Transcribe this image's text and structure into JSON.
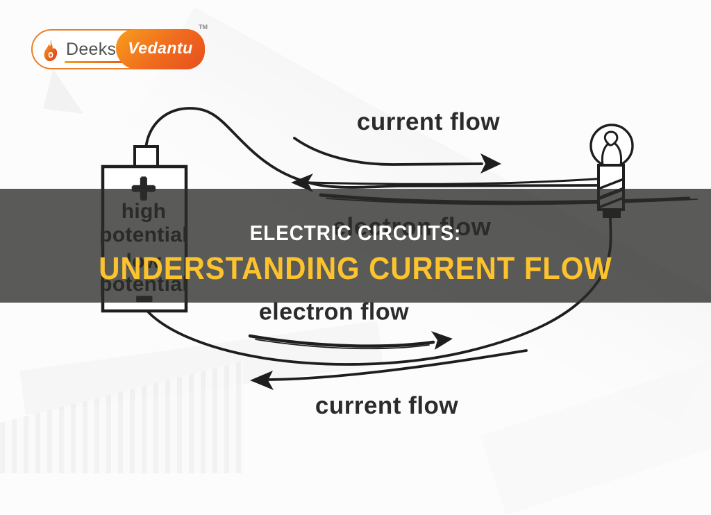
{
  "logo": {
    "brand_primary": "Deeksha",
    "brand_secondary": "Vedantu",
    "trademark": "TM",
    "flame_icon": "flame-icon"
  },
  "banner": {
    "kicker": "ELECTRIC CIRCUITS:",
    "headline": "UNDERSTANDING CURRENT FLOW"
  },
  "diagram": {
    "battery": {
      "positive_sign": "+",
      "negative_sign": "−",
      "high_label_line1": "high",
      "high_label_line2": "potential",
      "low_label_line1": "low",
      "low_label_line2": "potential"
    },
    "flow_labels": {
      "current_flow_top": "current flow",
      "electron_flow_top": "electron flow",
      "electron_flow_bottom": "electron flow",
      "current_flow_bottom": "current flow"
    }
  },
  "colors": {
    "banner_overlay": "rgba(44,43,42,0.78)",
    "headline_yellow": "#fcc32d",
    "kicker_white": "#ffffff",
    "diagram_ink": "#1e1e1e",
    "logo_orange": "#f0801f",
    "logo_orange_deep": "#e84f1d",
    "logo_text_gray": "#515254"
  }
}
